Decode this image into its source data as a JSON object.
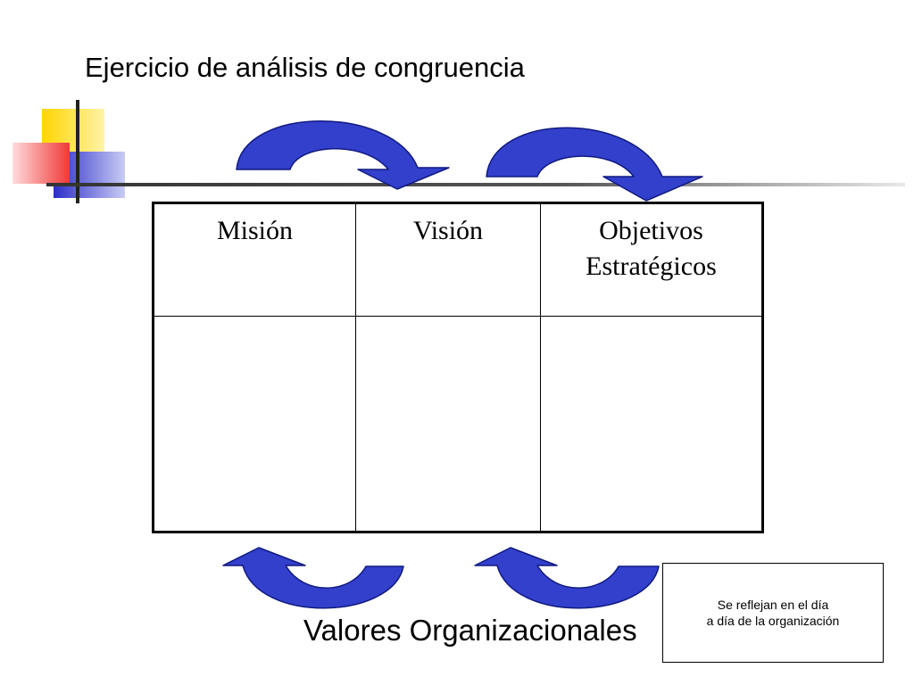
{
  "title": "Ejercicio de análisis de congruencia",
  "table": {
    "headers": [
      "Misión",
      "Visión",
      "Objetivos Estratégicos"
    ]
  },
  "values_label": "Valores Organizacionales",
  "note": {
    "line1": "Se reflejan en el día",
    "line2": "a día de la organización"
  },
  "colors": {
    "arrow_fill": "#3340CC",
    "arrow_stroke": "#101A80",
    "deco_yellow": "#FFD500",
    "deco_red": "#F03838",
    "deco_blue": "#2C2CC8"
  }
}
